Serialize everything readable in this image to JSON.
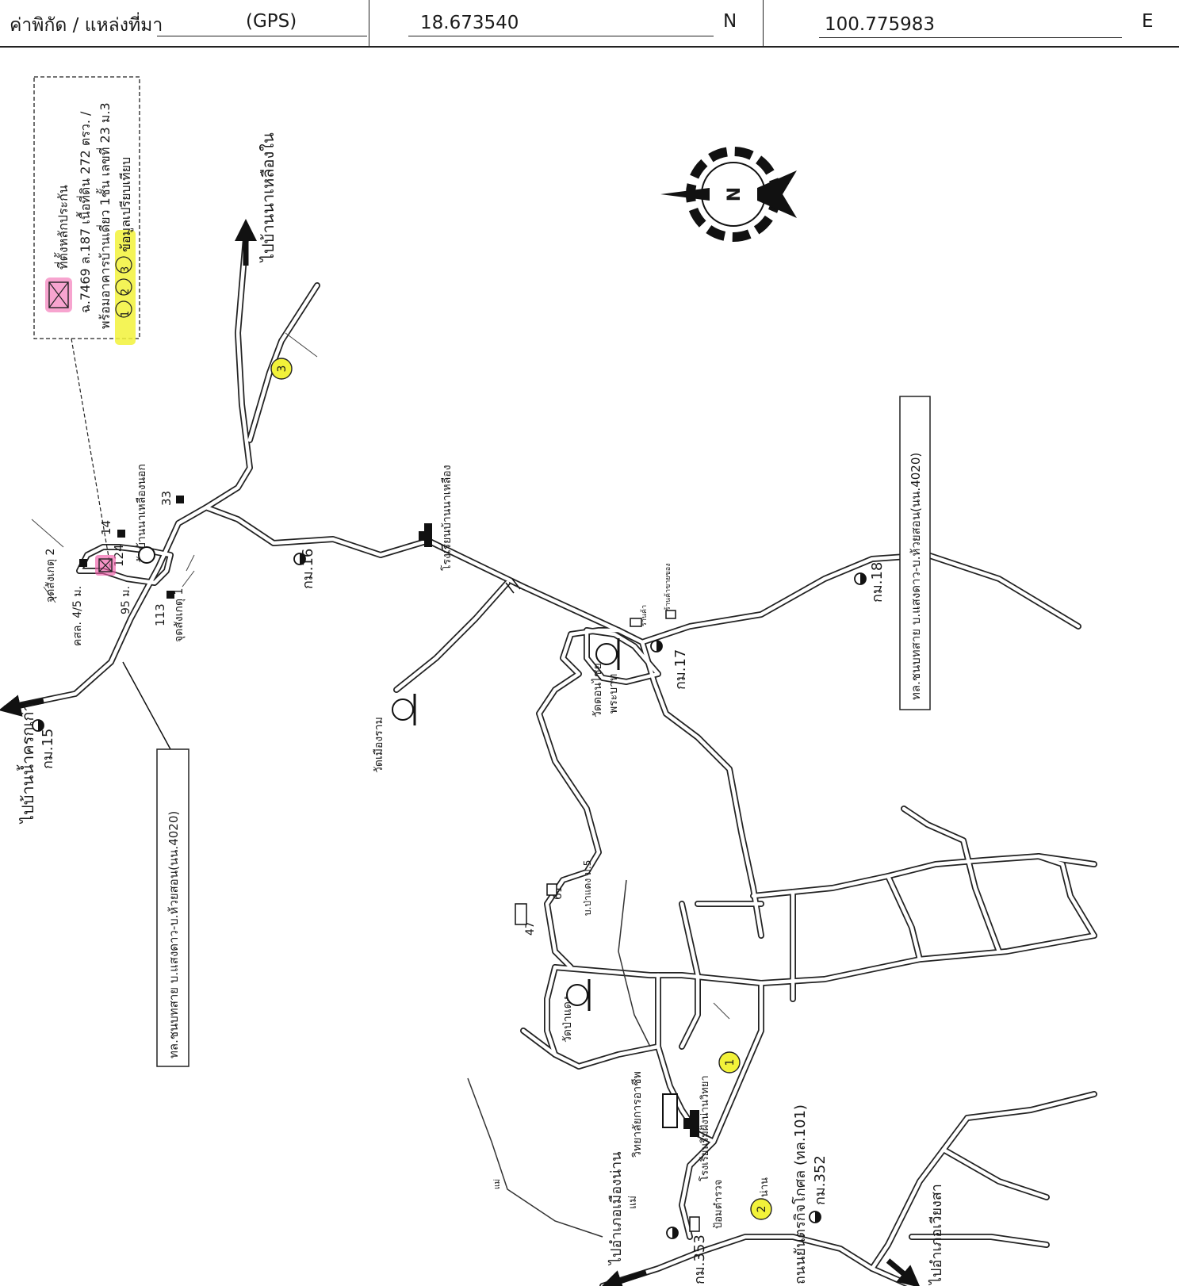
{
  "header": {
    "label": "ค่าพิกัด / แหล่งที่มา",
    "source": "(GPS)",
    "latitude": "18.673540",
    "lat_dir": "N",
    "longitude": "100.775983",
    "lon_dir": "E"
  },
  "legend": {
    "line1": "ที่ตั้งหลักประกัน",
    "line2": "ฉ.7469 ล.187 เนื้อที่ดิน 272 ตรว. /",
    "line3": "พร้อมอาคารบ้านเดี่ยว 1ชั้น เลขที่ 23 ม.3",
    "line4": "ข้อมูลเปรียบเทียบ",
    "num1": "1",
    "num2": "2",
    "num3": "3"
  },
  "compass": {
    "north": "N"
  },
  "labels": {
    "to_ban_na_lueang_nai": "ไปบ้านนาเหลืองใน",
    "to_ban_nam_khrok_kao": "ไปบ้านน้ำครกเก่า",
    "road_4020_a": "ทล.ชนบทสาย บ.แสงดาว-บ.ห้วยสอน(นน.4020)",
    "road_4020_b": "ทล.ชนบทสาย บ.แสงดาว-บ.ห้วยสอน(นน.4020)",
    "km15": "กม.15",
    "km16": "กม.16",
    "km17": "กม.17",
    "km18": "กม.18",
    "km352": "กม.352",
    "km353": "กม.353",
    "checkpoint1": "จุดสังเกตุ 1",
    "checkpoint2": "จุดสังเกตุ 2",
    "korlor": "คสล. 4/5 ม.",
    "dist95": "95 ม.",
    "house113": "113",
    "house124": "124",
    "house14": "14",
    "house33": "33",
    "wat_na_lueang_nok": "วัดบ้านนาเหลืองนอก",
    "school_na_lueang": "โรงเรียนบ้านนาเหลือง",
    "wat_mueang_ram": "วัดเมืองราม",
    "wat_don_chai": "วัดดอนไชย",
    "phrabat": "พระบาท",
    "moo5": "บ.ป่าแดง ม.5",
    "house47": "47",
    "house61": "61",
    "wat_pa_daeng": "วัดป่าแดง",
    "college": "วิทยาลัยการอาชีพ",
    "school_rim_nan": "โรงเรียนริมฝั่งน่านวิทยา",
    "police": "ป้อมตำรวจ",
    "nan_river": "น่าน",
    "mae": "แม่",
    "river": "แม่",
    "to_mueang_nan": "ไปอำเภอเมืองน่าน",
    "to_wiang_sa": "ไปอำเภอเวียงสา",
    "highway101": "ถนนยันตรกิจโกศล (ทล.101)",
    "shop": "ร้านค้า",
    "shop2": "ร้านค้าขายของ"
  }
}
